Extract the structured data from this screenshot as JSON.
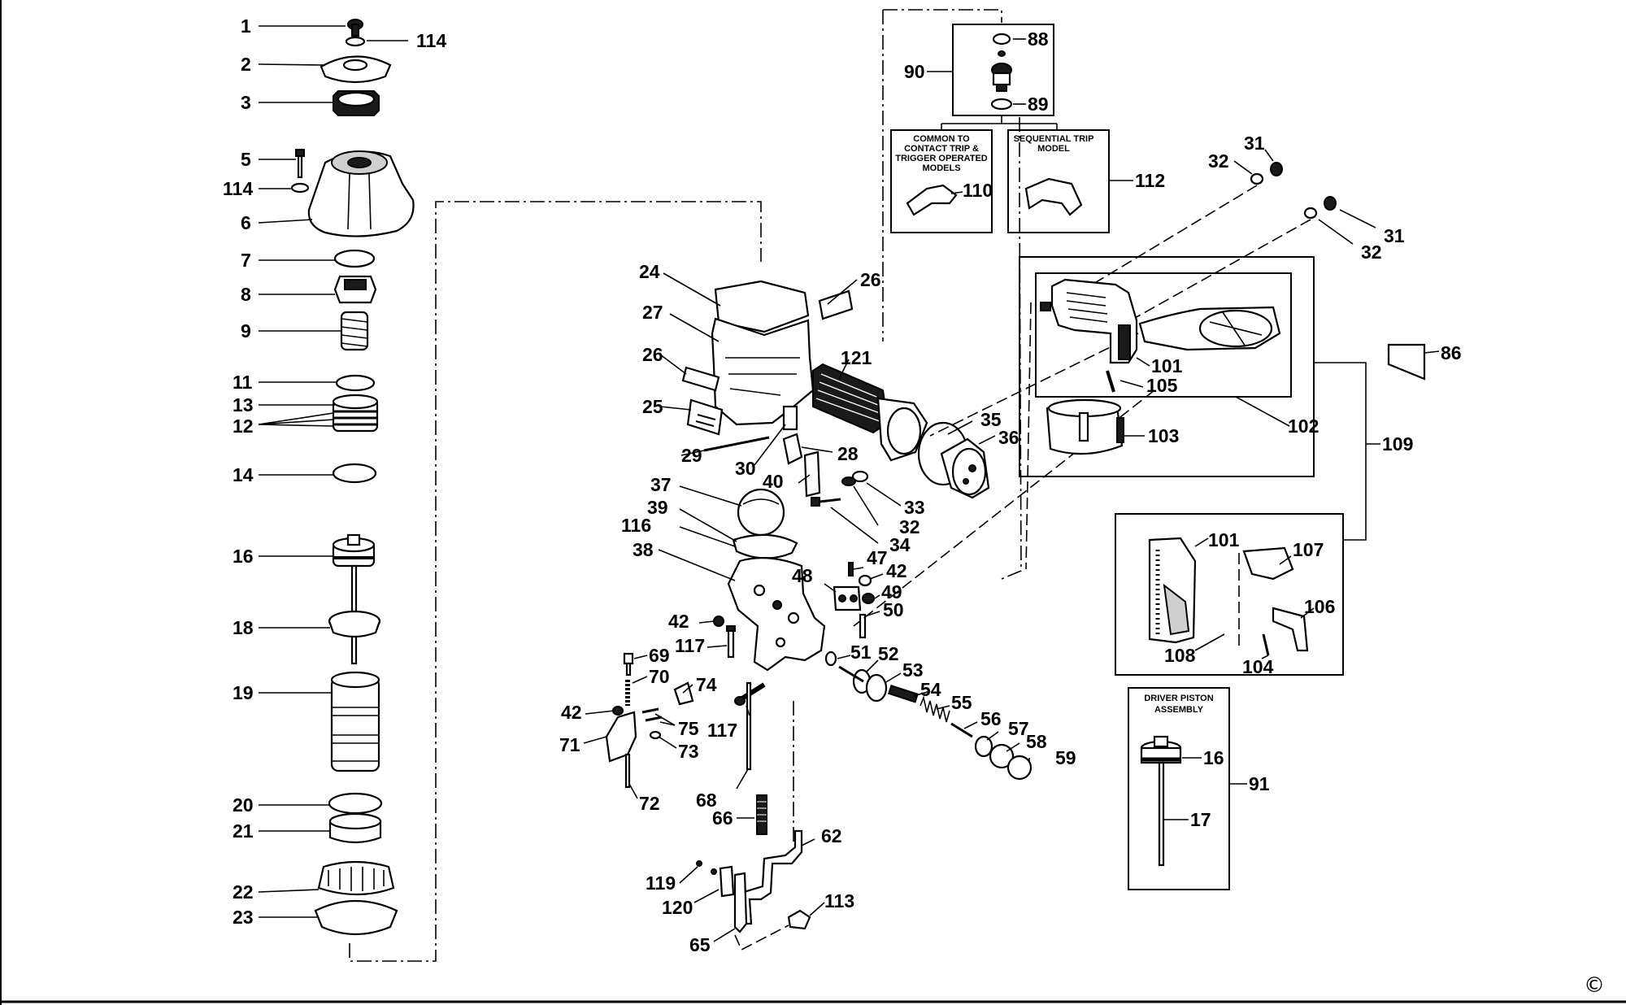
{
  "diagram": {
    "copyright_symbol": "©",
    "part_labels": {
      "p1": "1",
      "p114a": "114",
      "p2": "2",
      "p3": "3",
      "p5": "5",
      "p114b": "114",
      "p6": "6",
      "p7": "7",
      "p8": "8",
      "p9": "9",
      "p11": "11",
      "p13": "13",
      "p12": "12",
      "p14": "14",
      "p16a": "16",
      "p18": "18",
      "p19": "19",
      "p20": "20",
      "p21": "21",
      "p22": "22",
      "p23": "23",
      "p24": "24",
      "p26a": "26",
      "p27": "27",
      "p26b": "26",
      "p121": "121",
      "p25": "25",
      "p29": "29",
      "p28": "28",
      "p30": "30",
      "p40": "40",
      "p35": "35",
      "p36": "36",
      "p37": "37",
      "p33": "33",
      "p32a": "32",
      "p34": "34",
      "p39": "39",
      "p116": "116",
      "p38": "38",
      "p47": "47",
      "p42a": "42",
      "p48": "48",
      "p49": "49",
      "p50": "50",
      "p42b": "42",
      "p117a": "117",
      "p51": "51",
      "p52": "52",
      "p53": "53",
      "p54": "54",
      "p55": "55",
      "p56": "56",
      "p57": "57",
      "p58": "58",
      "p59": "59",
      "p69": "69",
      "p70": "70",
      "p74": "74",
      "p42c": "42",
      "p75": "75",
      "p71": "71",
      "p73": "73",
      "p117b": "117",
      "p72": "72",
      "p68": "68",
      "p66": "66",
      "p62": "62",
      "p119": "119",
      "p120": "120",
      "p113": "113",
      "p65": "65",
      "p88": "88",
      "p90": "90",
      "p89": "89",
      "p110": "110",
      "p112": "112",
      "p31a": "31",
      "p32b": "32",
      "p31b": "31",
      "p32c": "32",
      "p101a": "101",
      "p105": "105",
      "p103": "103",
      "p102": "102",
      "p86": "86",
      "p109": "109",
      "p101b": "101",
      "p107": "107",
      "p106": "106",
      "p108": "108",
      "p104": "104",
      "p16b": "16",
      "p17": "17",
      "p91": "91"
    },
    "boxes": {
      "common_title": [
        "COMMON TO",
        "CONTACT TRIP &",
        "TRIGGER OPERATED",
        "MODELS"
      ],
      "sequential_title": [
        "SEQUENTIAL TRIP",
        "MODEL"
      ],
      "driver_title": [
        "DRIVER PISTON",
        "ASSEMBLY"
      ]
    }
  }
}
